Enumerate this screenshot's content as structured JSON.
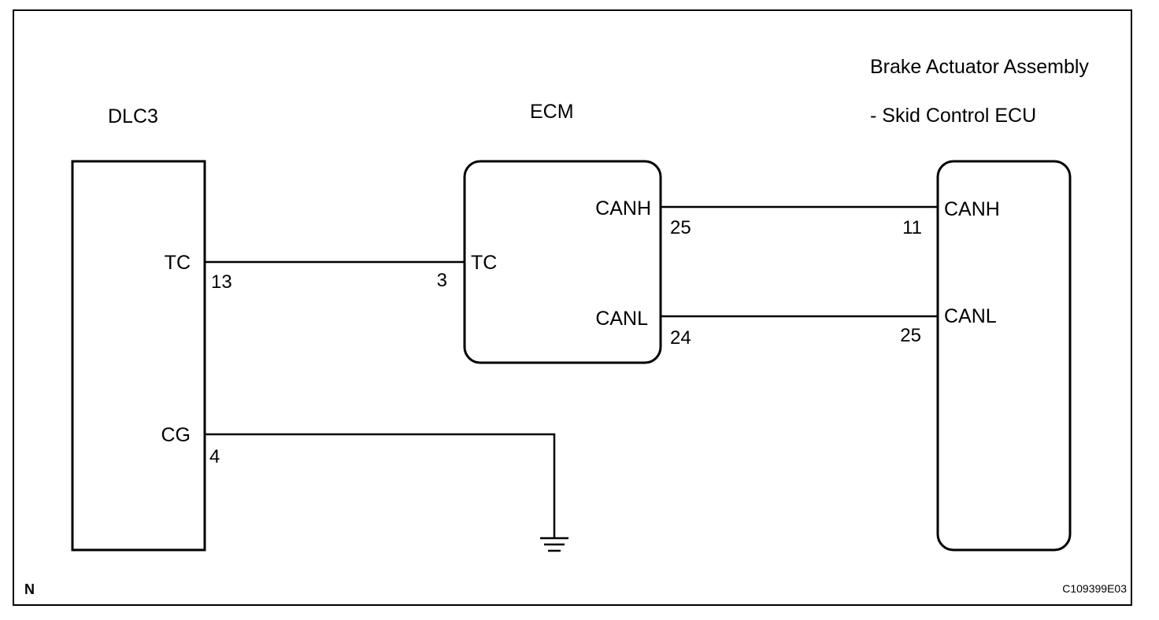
{
  "components": {
    "dlc3": {
      "name": "DLC3",
      "terminals": {
        "tc": {
          "label": "TC",
          "pin": "13"
        },
        "cg": {
          "label": "CG",
          "pin": "4"
        }
      }
    },
    "ecm": {
      "name": "ECM",
      "terminals": {
        "tc": {
          "label": "TC",
          "pin": "3"
        },
        "canh": {
          "label": "CANH",
          "pin": "25"
        },
        "canl": {
          "label": "CANL",
          "pin": "24"
        }
      }
    },
    "skid": {
      "name_line1": "Brake Actuator Assembly",
      "name_line2": "- Skid Control ECU",
      "terminals": {
        "canh": {
          "label": "CANH",
          "pin": "11"
        },
        "canl": {
          "label": "CANL",
          "pin": "25"
        }
      }
    }
  },
  "footer": {
    "corner_mark": "N",
    "figure_code": "C109399E03"
  }
}
